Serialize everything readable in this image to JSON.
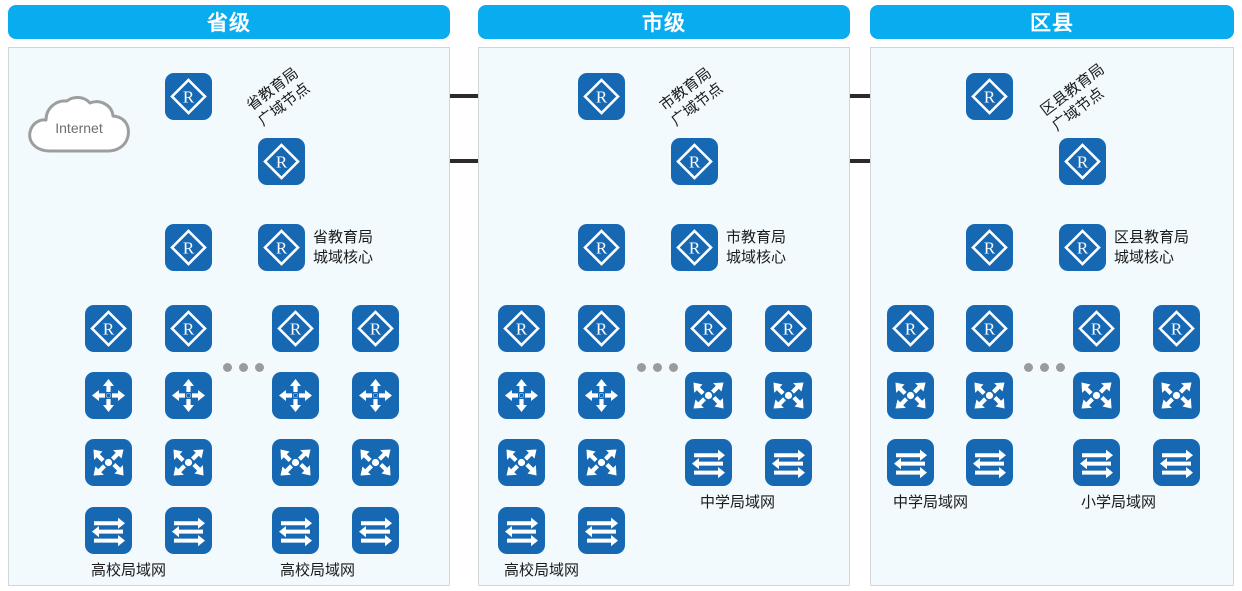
{
  "panels": [
    {
      "id": "province",
      "title": "省级",
      "wan_label": "省教育局\n广域节点",
      "core_label": "省教育局\n城域核心",
      "groups": [
        {
          "label": "高校局域网",
          "rows": [
            "router",
            "firewall",
            "coreswitch",
            "switch"
          ]
        },
        {
          "label": "高校局域网",
          "rows": [
            "router",
            "firewall",
            "coreswitch",
            "switch"
          ]
        }
      ]
    },
    {
      "id": "city",
      "title": "市级",
      "wan_label": "市教育局\n广域节点",
      "core_label": "市教育局\n城域核心",
      "groups": [
        {
          "label": "高校局域网",
          "rows": [
            "router",
            "firewall",
            "coreswitch",
            "switch"
          ]
        },
        {
          "label": "中学局域网",
          "rows": [
            "router",
            "coreswitch",
            "switch"
          ]
        }
      ]
    },
    {
      "id": "district",
      "title": "区县",
      "wan_label": "区县教育局\n广域节点",
      "core_label": "区县教育局\n城域核心",
      "groups": [
        {
          "label": "中学局域网",
          "rows": [
            "router",
            "coreswitch",
            "switch"
          ]
        },
        {
          "label": "小学局域网",
          "rows": [
            "router",
            "coreswitch",
            "switch"
          ]
        }
      ]
    }
  ],
  "cloud": {
    "label": "Internet"
  },
  "icons": {
    "router": "router-icon",
    "firewall": "firewall-icon",
    "coreswitch": "core-switch-icon",
    "switch": "access-switch-icon"
  },
  "colors": {
    "header_band": "#08ACEF",
    "panel_body": "#F2FAFD",
    "node_blue": "#1668B3",
    "link": "#2b2b2b",
    "cloud_border": "#9e9e9e",
    "ellipsis_dot": "#9b9b9b"
  },
  "ellipsis": {
    "glyph": "•••",
    "count": 3
  }
}
